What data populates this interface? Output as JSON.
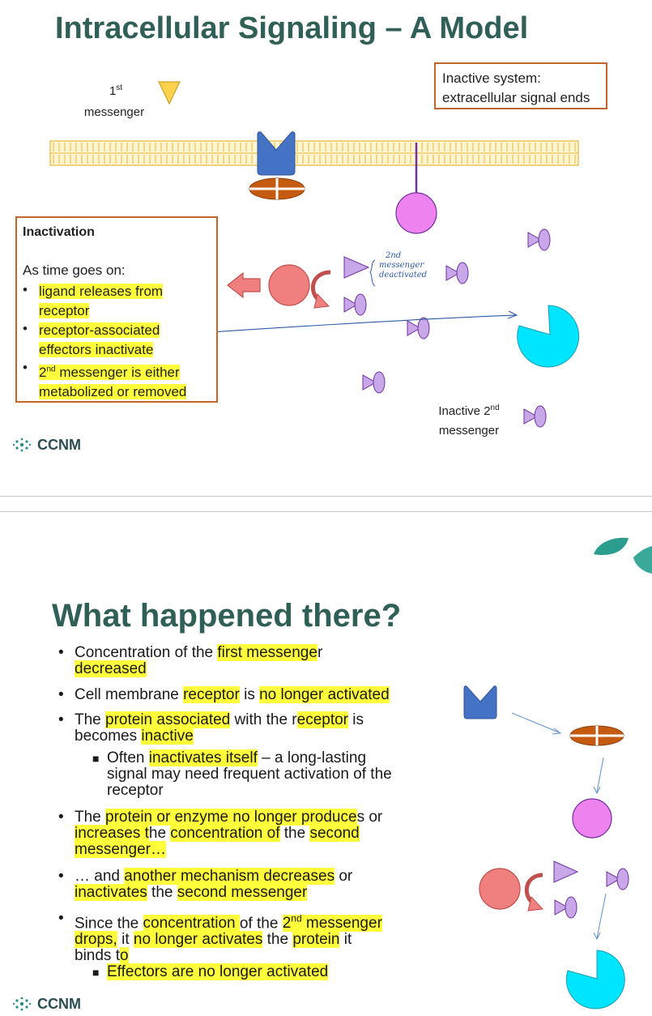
{
  "slide1": {
    "title": "Intracellular Signaling – A Model",
    "first_messenger": {
      "num": "1",
      "sup": "st",
      "word": "messenger"
    },
    "inactive_system": {
      "line1": "Inactive system:",
      "line2": "extracellular signal ends"
    },
    "inactivation": {
      "heading": "Inactivation",
      "intro": "As time goes on:",
      "items": [
        {
          "l1": "ligand releases from",
          "l2": "receptor"
        },
        {
          "l1": "receptor-associated",
          "l2": "effectors inactivate"
        },
        {
          "l1_num": "2",
          "l1_sup": "nd",
          "l1_rest": " messenger is either",
          "l2": "metabolized or removed"
        }
      ]
    },
    "handwritten": {
      "l1": "2nd",
      "l2": "messenger",
      "l3": "deactivated"
    },
    "inactive_second": {
      "l1_pre": "Inactive 2",
      "l1_sup": "nd",
      "l2": "messenger"
    },
    "logo": "CCNM"
  },
  "slide2": {
    "title": "What happened there?",
    "bullets": [
      {
        "lines": [
          "Concentration of the first messenger",
          "decreased"
        ]
      },
      {
        "lines": [
          "Cell membrane receptor is no longer activated"
        ]
      },
      {
        "lines": [
          "The protein associated with the receptor is",
          "becomes inactive"
        ]
      },
      {
        "sub": true,
        "lines": [
          "Often inactivates itself – a long-lasting",
          "signal may need frequent activation of the",
          "receptor"
        ]
      },
      {
        "lines": [
          "The protein or enzyme no longer produces or",
          "increases the concentration of the second",
          "messenger…"
        ]
      },
      {
        "lines": [
          "… and another mechanism decreases or",
          "inactivates the second messenger"
        ]
      },
      {
        "lines": [
          "Since the concentration of the 2nd messenger",
          "drops, it no longer activates the protein it",
          "binds to"
        ]
      },
      {
        "sub": true,
        "lines": [
          "Effectors are no longer activated"
        ]
      }
    ],
    "b1": {
      "a": "Concentration of the ",
      "b": "first messenge",
      "c": "r",
      "d": "decreased"
    },
    "b2": {
      "a": "Cell membrane ",
      "b": "receptor",
      "c": " is ",
      "d": "no longer activated"
    },
    "b3": {
      "a": "The ",
      "b": "protein associated",
      "c": " with the r",
      "d": "eceptor",
      "e": " is",
      "f": "becomes ",
      "g": "inactive"
    },
    "b4": {
      "a": "Often ",
      "b": "inactivates itself",
      "c": " – a long-lasting",
      "d": "signal may need frequent activation of the",
      "e": "receptor"
    },
    "b5": {
      "a": "The ",
      "b": "protein or enzyme no longer produce",
      "c": "s or",
      "d": "increases t",
      "e": "he ",
      "f": "concentration of",
      "g": " the ",
      "h": "second",
      "i": "messenger…"
    },
    "b6": {
      "a": "… and ",
      "b": "another mechanism decreases",
      "c": " or",
      "d": "inactivates",
      "e": " the ",
      "f": "second messenger"
    },
    "b7": {
      "a": "Since the ",
      "b": "concentration ",
      "c": "of the ",
      "d": "2",
      "dsup": "nd",
      "e": " messenger",
      "f": "drops,",
      "g": " it ",
      "h": "no longer activates",
      "i": " the ",
      "j": "protein",
      "k": " it",
      "l": "binds t",
      "m": "o"
    },
    "b8": {
      "a": "Effectors are no longer activated"
    },
    "logo": "CCNM"
  },
  "colors": {
    "title": "#2f5f56",
    "highlight": "#ffff3c",
    "box_border": "#c5652a",
    "membrane": "#f2c94c",
    "receptor": "#4472c4",
    "g_protein": "#c55a11",
    "effector": "#ee82ee",
    "second_messenger": "#c8a8e8",
    "target": "#00e5ff",
    "enzyme": "#f08080",
    "ligand": "#ffd24d"
  }
}
